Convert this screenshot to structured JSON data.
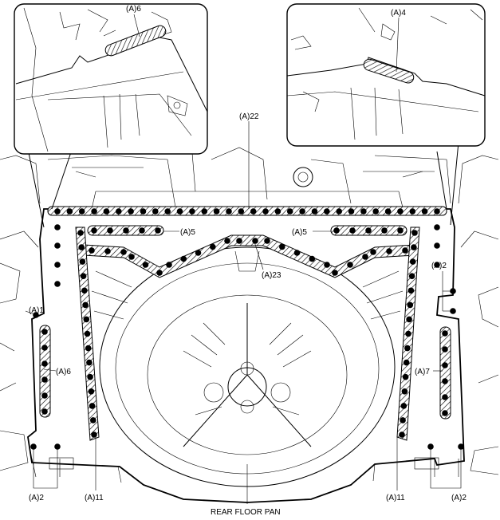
{
  "labels": {
    "top_left_inset": "(A)6",
    "top_right_inset": "(A)4",
    "top_center": "(A)22",
    "upper_left_bar": "(A)5",
    "upper_right_bar": "(A)5",
    "arch": "(A)23",
    "left_side_top": "(A)1",
    "left_side_bar": "(A)6",
    "right_side_top": "(A)2",
    "right_side_bar": "(A)7",
    "bottom_left_outer": "(A)2",
    "bottom_left_inner": "(A)11",
    "bottom_right_inner": "(A)11",
    "bottom_right_outer": "(A)2"
  },
  "caption": "REAR FLOOR PAN"
}
